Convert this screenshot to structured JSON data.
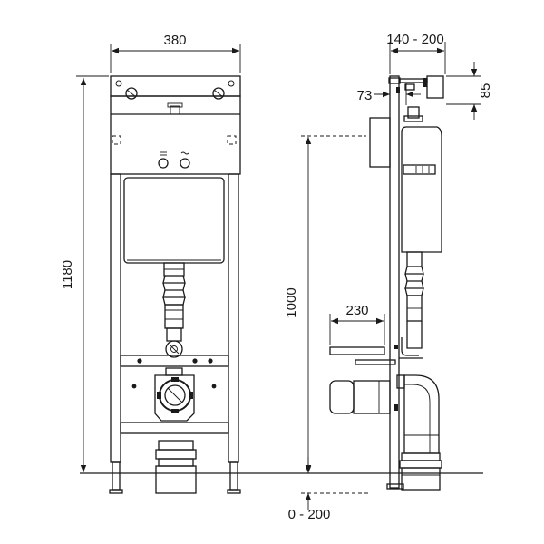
{
  "dimensions": {
    "frame_width": "380",
    "total_height": "1180",
    "depth_range": "140 - 200",
    "offset_73": "73",
    "pipe_height_85": "85",
    "cistern_height": "1000",
    "outlet_width": "230",
    "floor_range": "0 - 200"
  }
}
